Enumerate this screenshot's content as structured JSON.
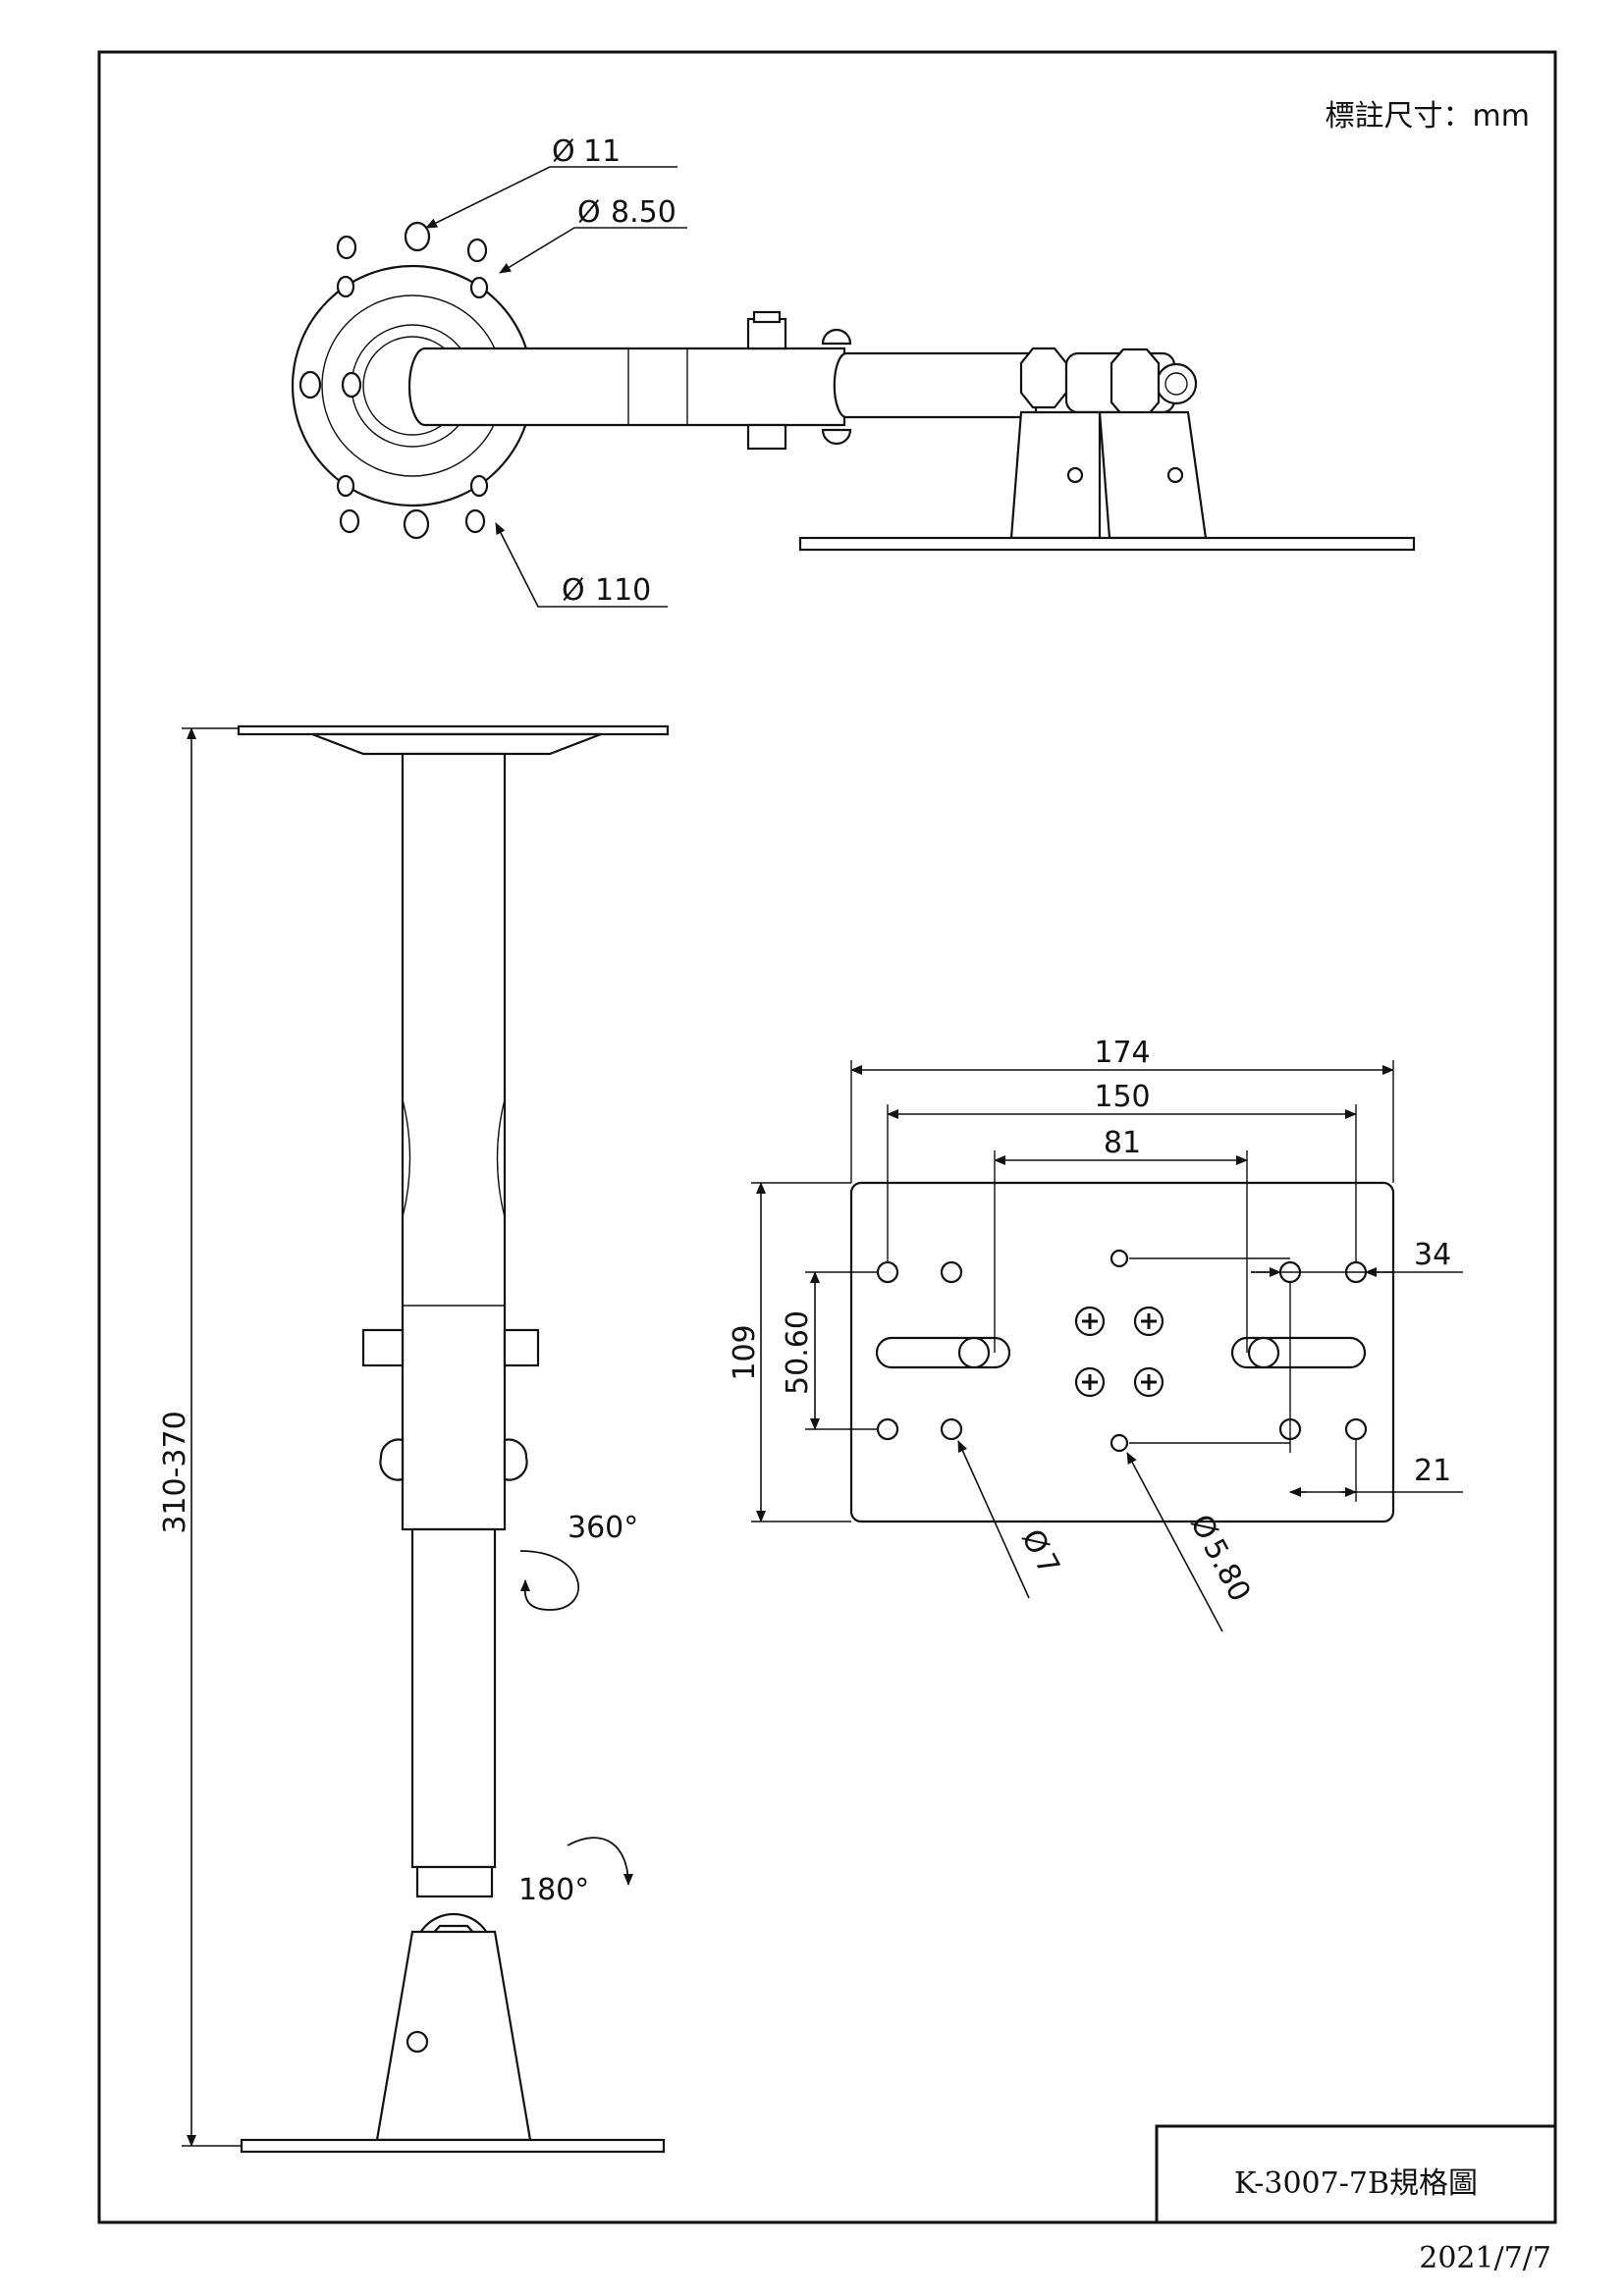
{
  "units_note": "標註尺寸：mm",
  "title_block": {
    "title": "K-3007-7B規格圖"
  },
  "date": "2021/7/7",
  "dimensions": {
    "flange_hole_large": "11",
    "flange_hole_small": "8.50",
    "flange_diameter": "110",
    "height_range": "310-370",
    "rotation_vertical": "360°",
    "rotation_tilt": "180°",
    "plate_width_outer": "174",
    "plate_hole_span": "150",
    "plate_slot_span": "81",
    "plate_height": "109",
    "plate_slot_height": "50.60",
    "hole_offset_top": "34",
    "hole_offset_bottom": "21",
    "hole_diameter_a": "7",
    "hole_diameter_b": "5.80"
  },
  "symbols": {
    "diameter": "Ø"
  }
}
